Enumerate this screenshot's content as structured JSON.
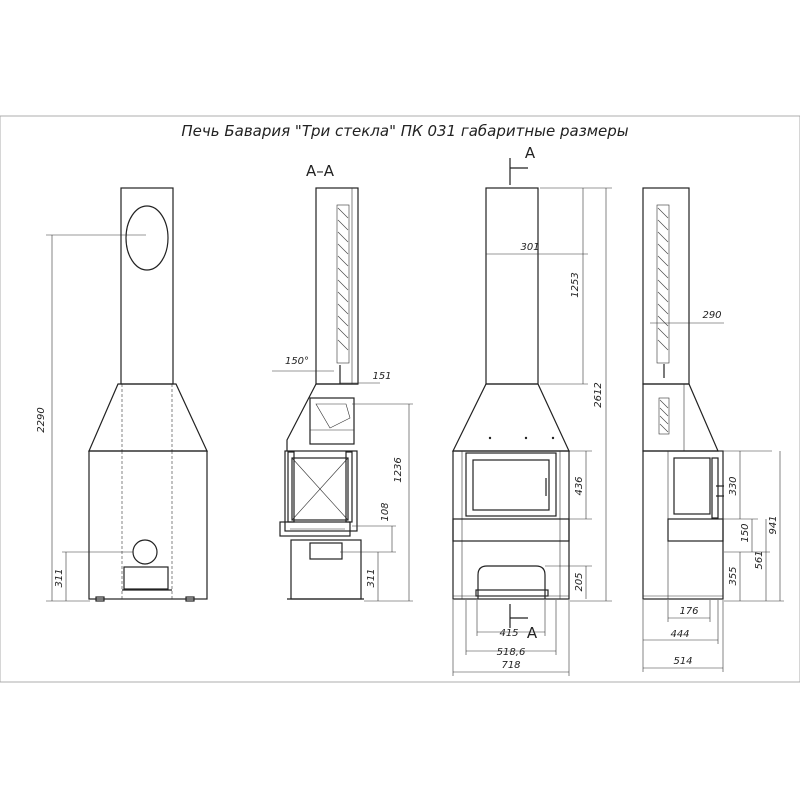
{
  "title": "Печь Бавария \"Три стекла\" ПК 031 габаритные размеры",
  "section_label": "А–А",
  "section_mark_top": "А",
  "section_mark_bottom": "А",
  "dimensions": {
    "total_height_left": "2290",
    "flue_center_left": "311",
    "angle": "150°",
    "top_offset": "151",
    "section_height": "1236",
    "grate_height": "108",
    "flue_center_section": "311",
    "pipe_offset": "301",
    "pipe_height": "1253",
    "total_height": "2612",
    "door_height": "436",
    "ash_height": "205",
    "front_inner_width": "415",
    "front_mid_width": "518,6",
    "front_width": "718",
    "side_pipe_offset": "290",
    "side_glass_height": "330",
    "side_gap": "150",
    "side_mid": "561",
    "side_total": "941",
    "side_low": "355",
    "side_depth_a": "176",
    "side_depth_b": "444",
    "side_depth_total": "514"
  }
}
